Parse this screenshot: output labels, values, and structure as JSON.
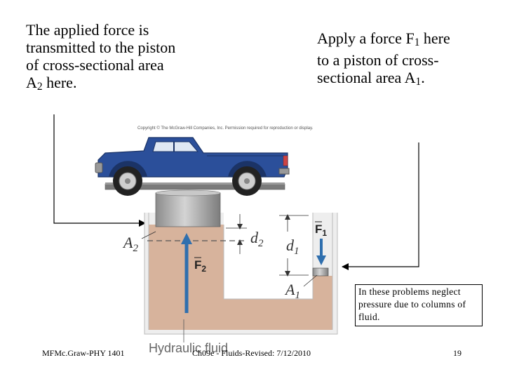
{
  "text_left": {
    "line1": "The applied force is",
    "line2": "transmitted to the piston",
    "line3": "of cross-sectional area",
    "line4_pre": "A",
    "line4_sub": "2",
    "line4_post": " here."
  },
  "text_right": {
    "line1_pre": "Apply a force F",
    "line1_sub": "1",
    "line1_post": " here",
    "line2": "to a piston of cross-",
    "line3_pre": "sectional area A",
    "line3_sub": "1",
    "line3_post": "."
  },
  "figure": {
    "copyright": "Copyright © The McGraw-Hill Companies, Inc. Permission required for reproduction or display.",
    "label_A2": "A",
    "label_A2_sub": "2",
    "label_d2": "d",
    "label_d2_sub": "2",
    "label_d1": "d",
    "label_d1_sub": "1",
    "label_A1": "A",
    "label_A1_sub": "1",
    "label_F1": "F",
    "label_F1_sub": "1",
    "label_F2": "F",
    "label_F2_sub": "2",
    "caption": "Hydraulic fluid"
  },
  "note": "In these problems neglect pressure due to columns of fluid.",
  "footer": {
    "left": "MFMc.Graw-PHY 1401",
    "center": "Ch09e - Fluids-Revised: 7/12/2010",
    "page": "19"
  },
  "colors": {
    "fluid": "#d7b39c",
    "piston": "#a9a9a9",
    "arrow": "#2f6fae",
    "truck": "#2b4f9a"
  }
}
